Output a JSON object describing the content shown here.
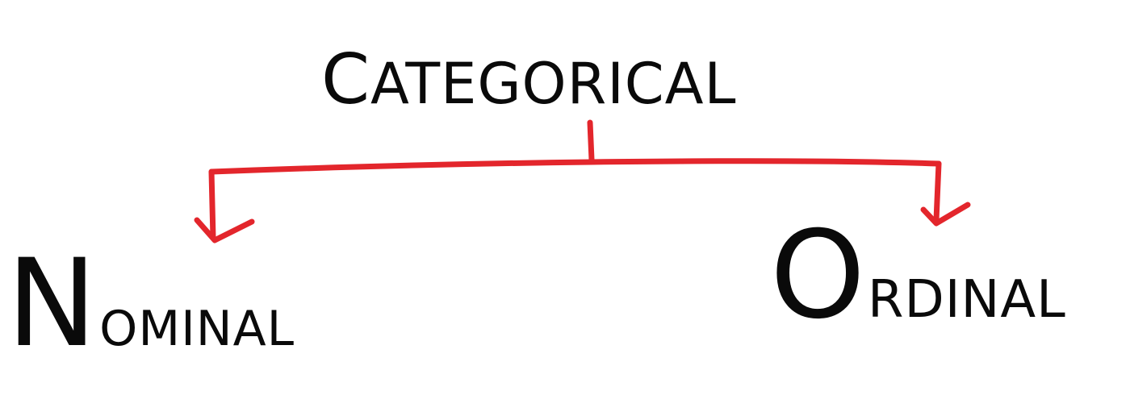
{
  "diagram": {
    "root": {
      "label_initial": "C",
      "label_rest": "ATEGORICAL"
    },
    "children": [
      {
        "label_initial": "N",
        "label_rest": "OMINAL"
      },
      {
        "label_initial": "O",
        "label_rest": "RDINAL"
      }
    ]
  },
  "colors": {
    "ink": "#0a0a0a",
    "connector": "#e3262c",
    "background": "#ffffff"
  }
}
